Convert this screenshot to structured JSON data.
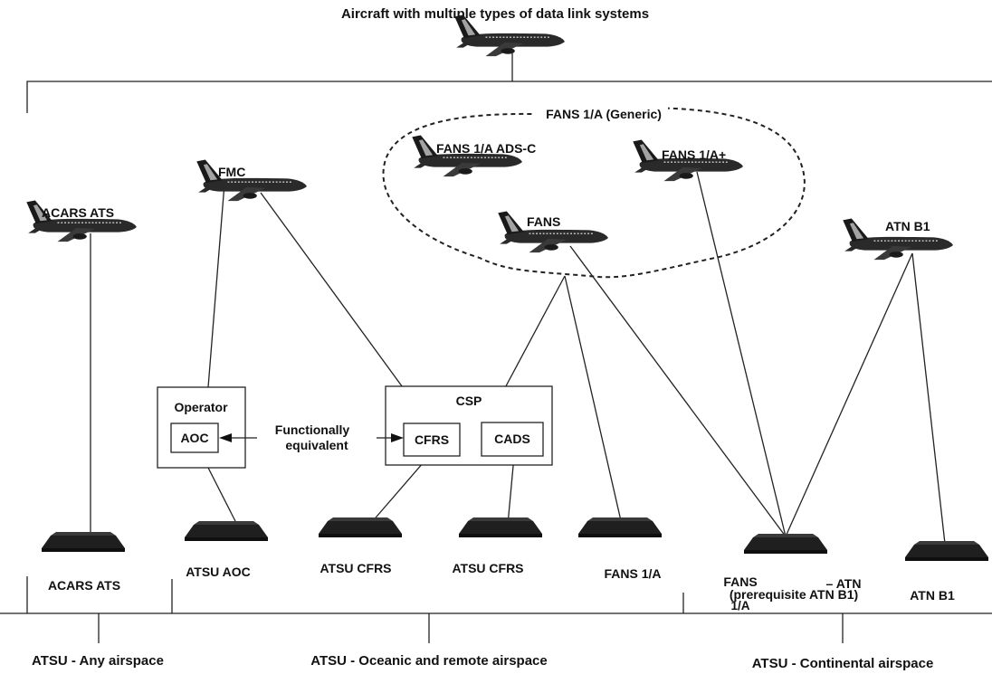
{
  "title": "Aircraft with multiple types of data link systems",
  "group_label": "FANS 1/A (Generic)",
  "aircraft": {
    "top": "",
    "acars": "ACARS ATS",
    "fmc": "FMC",
    "fans_adsc": "FANS 1/A ADS-C",
    "fans_plus": "FANS 1/A+",
    "fans": "FANS",
    "atn": "ATN B1"
  },
  "operator_box": {
    "title": "Operator",
    "inner": "AOC"
  },
  "csp_box": {
    "title": "CSP",
    "cfrs": "CFRS",
    "cads": "CADS"
  },
  "equivalence": {
    "line1": "Functionally",
    "line2": "equivalent"
  },
  "ground": {
    "acars": "ACARS ATS",
    "atsu_aoc": "ATSU AOC",
    "atsu_cfrs_1": "ATSU CFRS",
    "atsu_cfrs_2": "ATSU CFRS",
    "fans": "FANS 1/A",
    "fans_atn_line1a": "FANS",
    "fans_atn_line1b": "– ATN",
    "fans_atn_line2": "(prerequisite ATN B1)",
    "fans_atn_line3": "1/A",
    "atn": "ATN B1"
  },
  "airspace": {
    "any": "ATSU - Any airspace",
    "oceanic": "ATSU - Oceanic and remote airspace",
    "continental": "ATSU - Continental airspace"
  }
}
